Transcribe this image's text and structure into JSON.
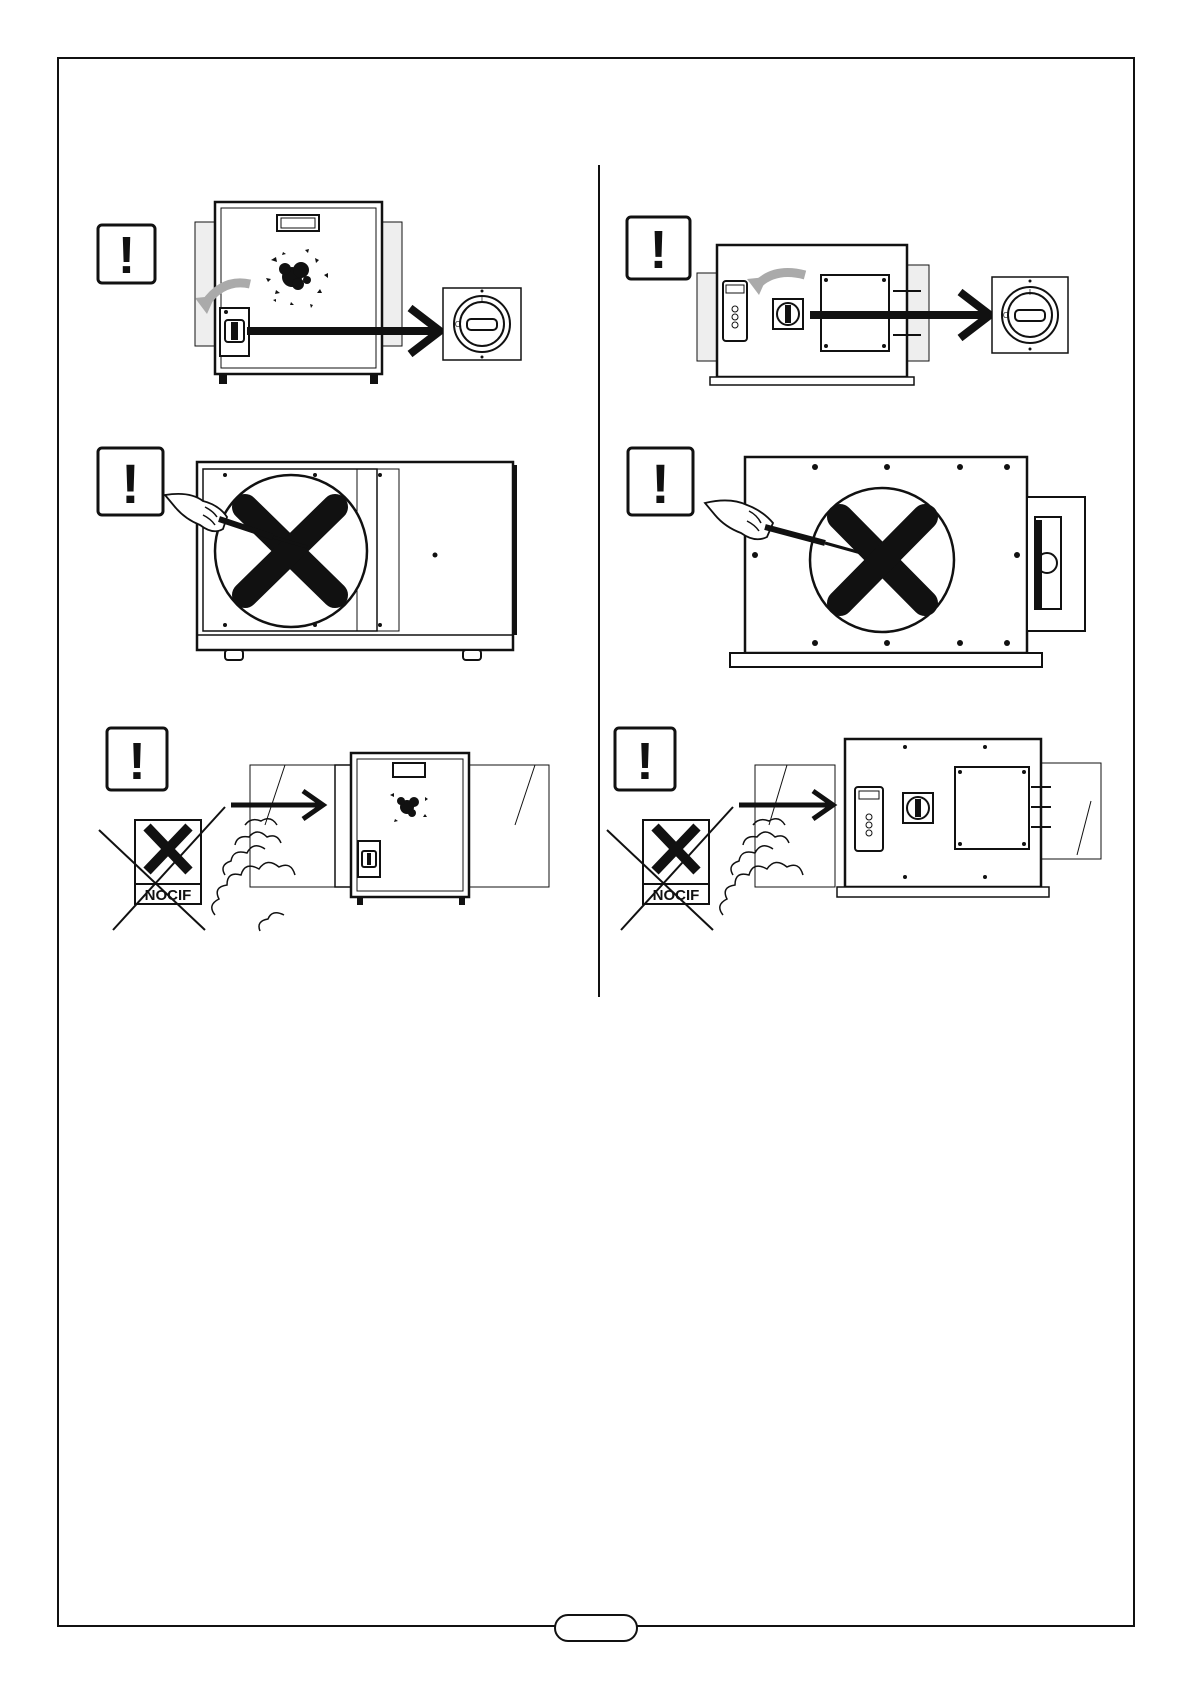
{
  "document": {
    "warning_symbol": "!",
    "harmful_label": "NOCIF",
    "switch_marks": {
      "on": "I",
      "off": "O"
    }
  },
  "icons": {
    "warning": "warning-exclamation-icon",
    "arrow": "right-arrow-icon",
    "rotate": "rotate-counterclockwise-icon",
    "prohibited": "cross-out-icon"
  },
  "colors": {
    "ink": "#111111",
    "paper": "#ffffff",
    "shade": "#e6e6e6"
  }
}
